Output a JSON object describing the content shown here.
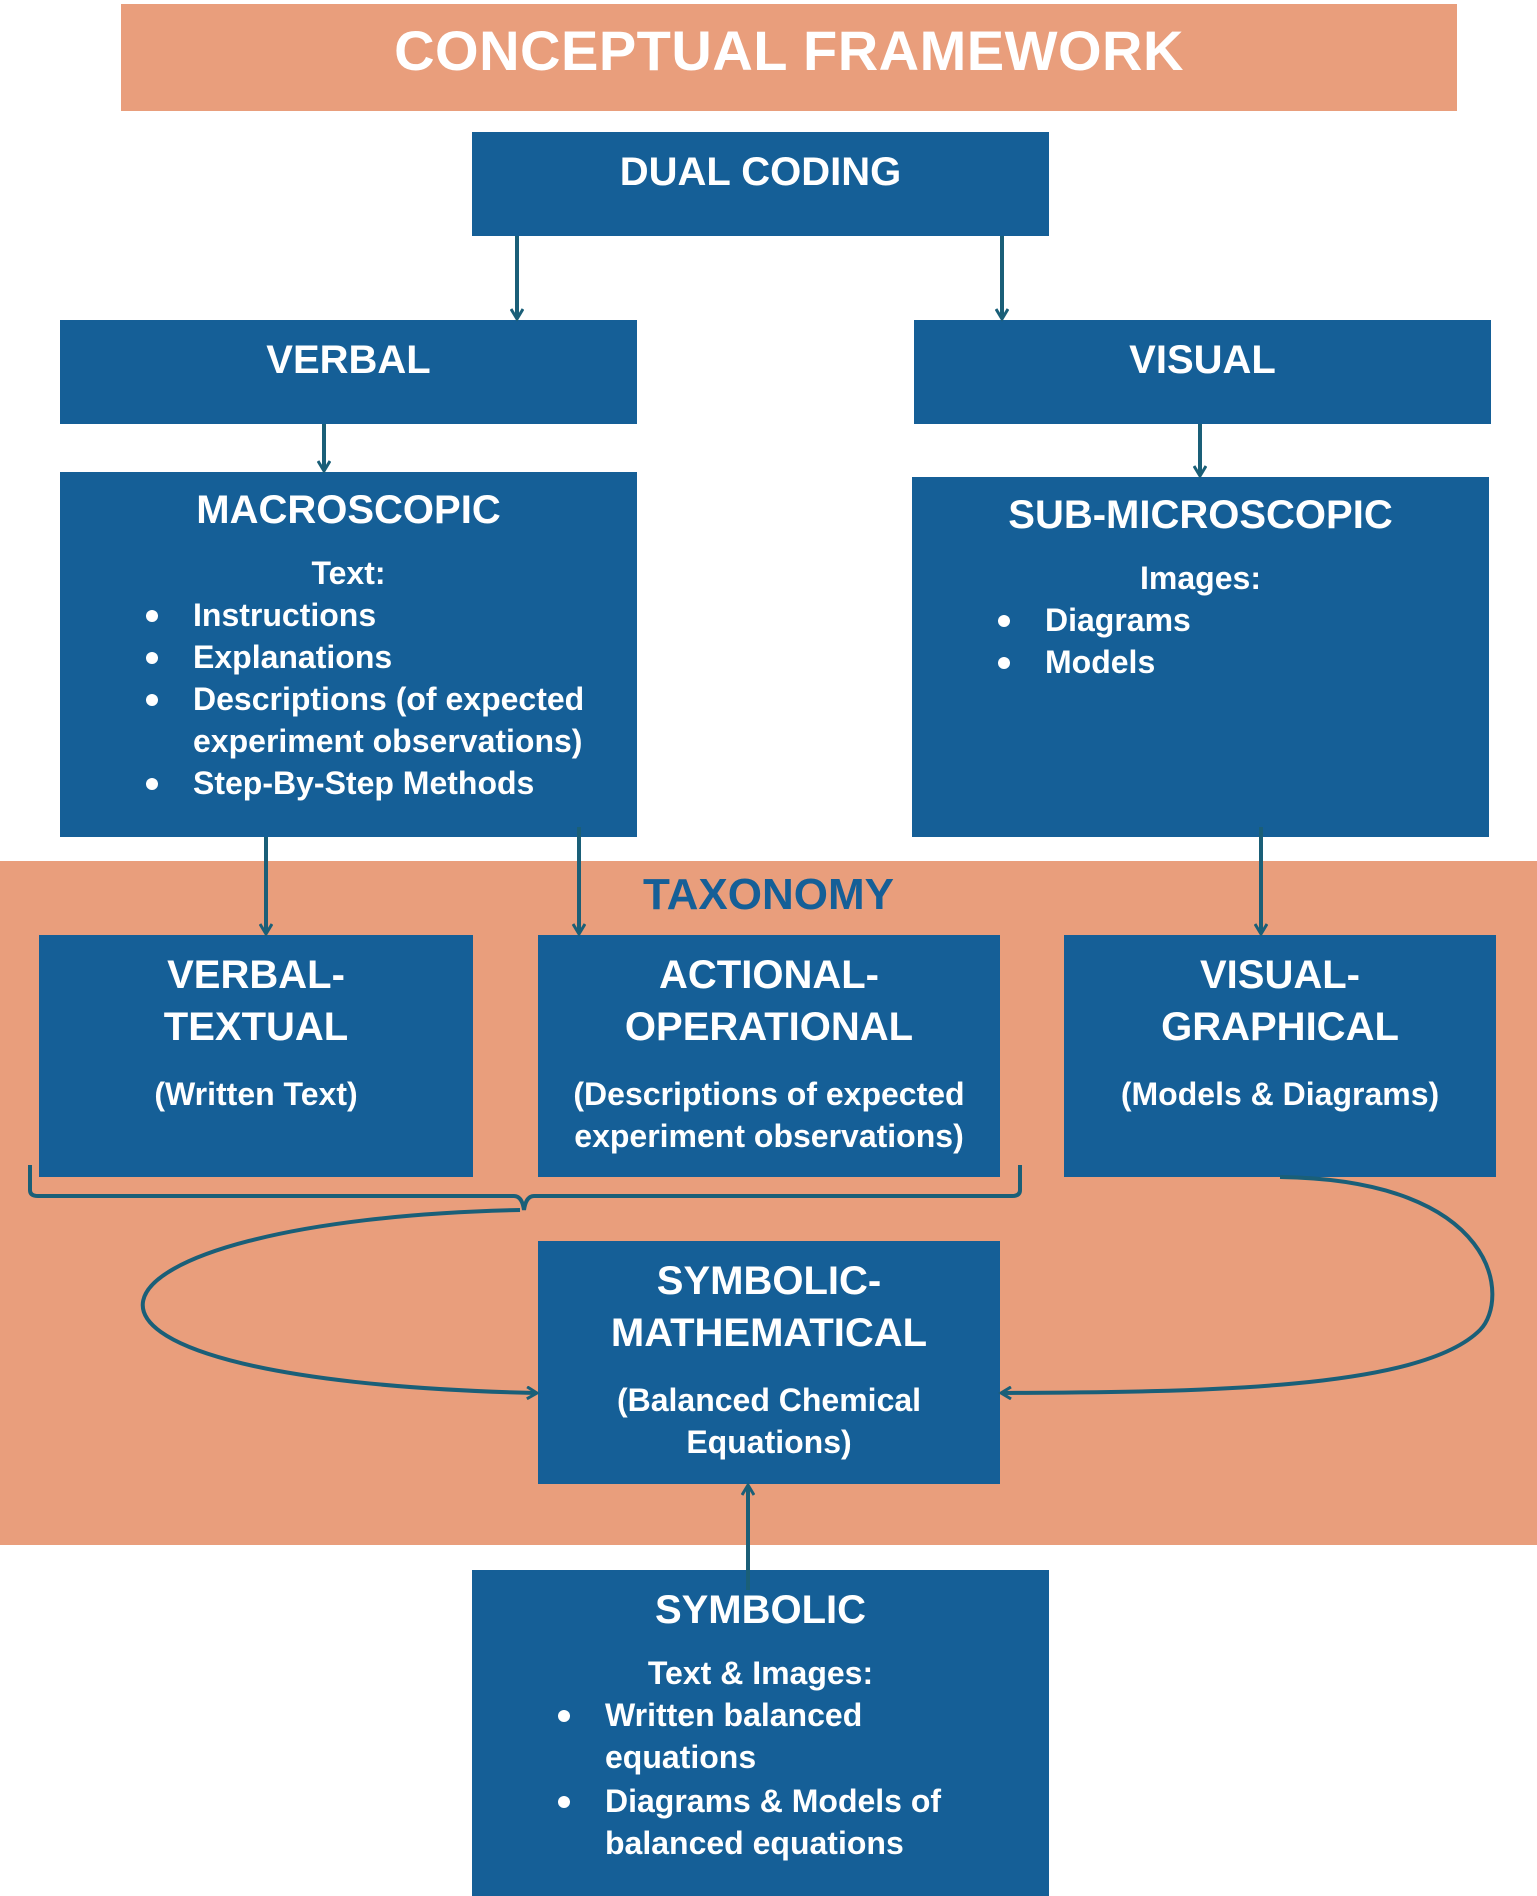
{
  "title": "CONCEPTUAL FRAMEWORK",
  "dual_coding": "DUAL CODING",
  "verbal": "VERBAL",
  "visual": "VISUAL",
  "macroscopic": {
    "heading": "MACROSCOPIC",
    "subheading": "Text:",
    "items": [
      "Instructions",
      "Explanations",
      "Descriptions (of expected experiment observations)",
      "Step-By-Step Methods"
    ]
  },
  "submicroscopic": {
    "heading": "SUB-MICROSCOPIC",
    "subheading": "Images:",
    "items": [
      "Diagrams",
      "Models"
    ]
  },
  "taxonomy": "TAXONOMY",
  "verbal_textual": {
    "line1": "VERBAL-",
    "line2": "TEXTUAL",
    "description": "(Written Text)"
  },
  "actional_operational": {
    "line1": "ACTIONAL-",
    "line2": "OPERATIONAL",
    "description": "(Descriptions of expected experiment observations)"
  },
  "visual_graphical": {
    "line1": "VISUAL-",
    "line2": "GRAPHICAL",
    "description": "(Models & Diagrams)"
  },
  "symbolic_mathematical": {
    "line1": "SYMBOLIC-",
    "line2": "MATHEMATICAL",
    "description": "(Balanced Chemical Equations)"
  },
  "symbolic": {
    "heading": "SYMBOLIC",
    "subheading": "Text & Images:",
    "items": [
      "Written balanced equations",
      "Diagrams & Models of balanced equations"
    ]
  },
  "colors": {
    "box": "#155f97",
    "band": "#e99e7c",
    "connector": "#1a5f78",
    "text": "#ffffff"
  }
}
